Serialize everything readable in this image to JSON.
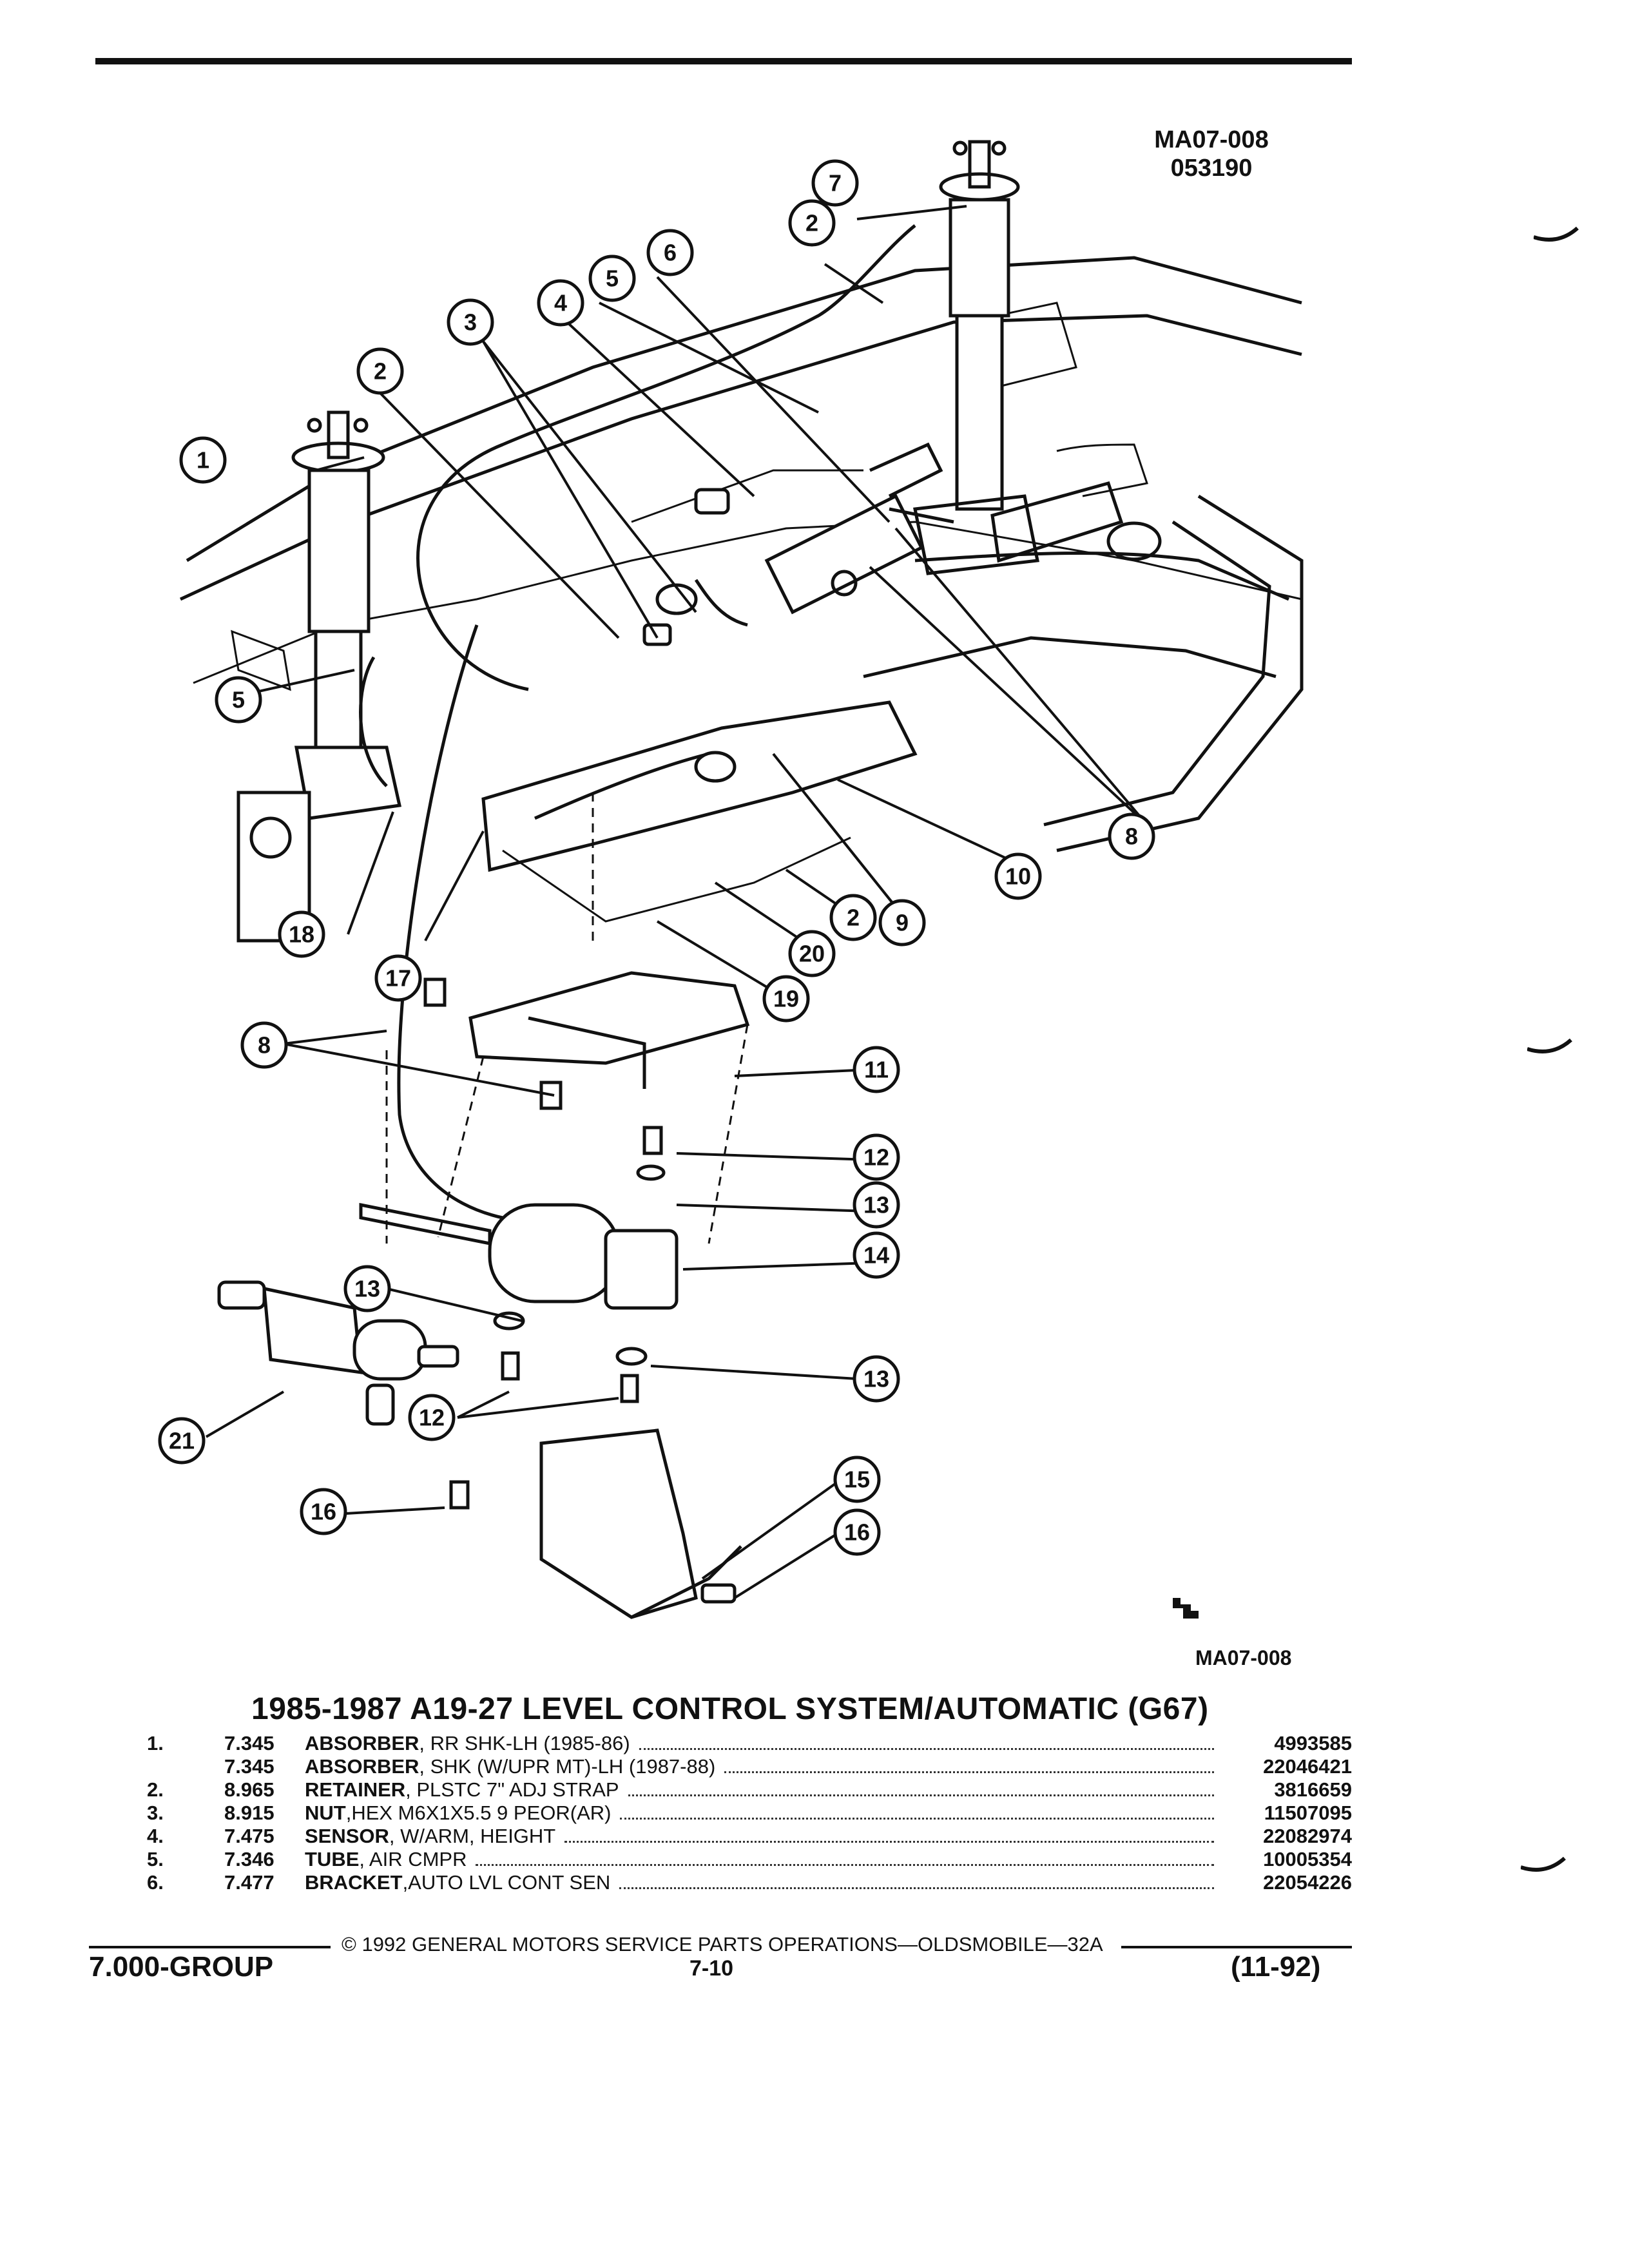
{
  "header": {
    "ref_code": "MA07-008",
    "ref_number": "053190"
  },
  "diagram": {
    "callouts": [
      "1",
      "2",
      "3",
      "4",
      "5",
      "6",
      "7",
      "8",
      "9",
      "10",
      "11",
      "12",
      "13",
      "14",
      "15",
      "16",
      "17",
      "18",
      "19",
      "20",
      "21"
    ],
    "bottom_ref": "MA07-008",
    "logo_mark": "GM service mark"
  },
  "figure_title": "1985-1987 A19-27 LEVEL CONTROL SYSTEM/AUTOMATIC (G67)",
  "parts": [
    {
      "no": "1.",
      "group": "7.345",
      "name": "ABSORBER",
      "spec": ", RR SHK-LH (1985-86)",
      "part_number": "4993585"
    },
    {
      "no": "",
      "group": "7.345",
      "name": "ABSORBER",
      "spec": ", SHK (W/UPR MT)-LH (1987-88)",
      "part_number": "22046421"
    },
    {
      "no": "2.",
      "group": "8.965",
      "name": "RETAINER",
      "spec": ", PLSTC 7\" ADJ STRAP",
      "part_number": "3816659"
    },
    {
      "no": "3.",
      "group": "8.915",
      "name": "NUT",
      "spec": ",HEX M6X1X5.5 9 PEOR(AR)",
      "part_number": "11507095"
    },
    {
      "no": "4.",
      "group": "7.475",
      "name": "SENSOR",
      "spec": ", W/ARM, HEIGHT",
      "part_number": "22082974"
    },
    {
      "no": "5.",
      "group": "7.346",
      "name": "TUBE",
      "spec": ", AIR CMPR",
      "part_number": "10005354"
    },
    {
      "no": "6.",
      "group": "7.477",
      "name": "BRACKET",
      "spec": ",AUTO LVL CONT SEN",
      "part_number": "22054226"
    }
  ],
  "footer": {
    "copyright": "© 1992 GENERAL MOTORS SERVICE PARTS OPERATIONS—OLDSMOBILE—32A",
    "group": "7.000-GROUP",
    "page": "7-10",
    "revision": "(11-92)"
  }
}
